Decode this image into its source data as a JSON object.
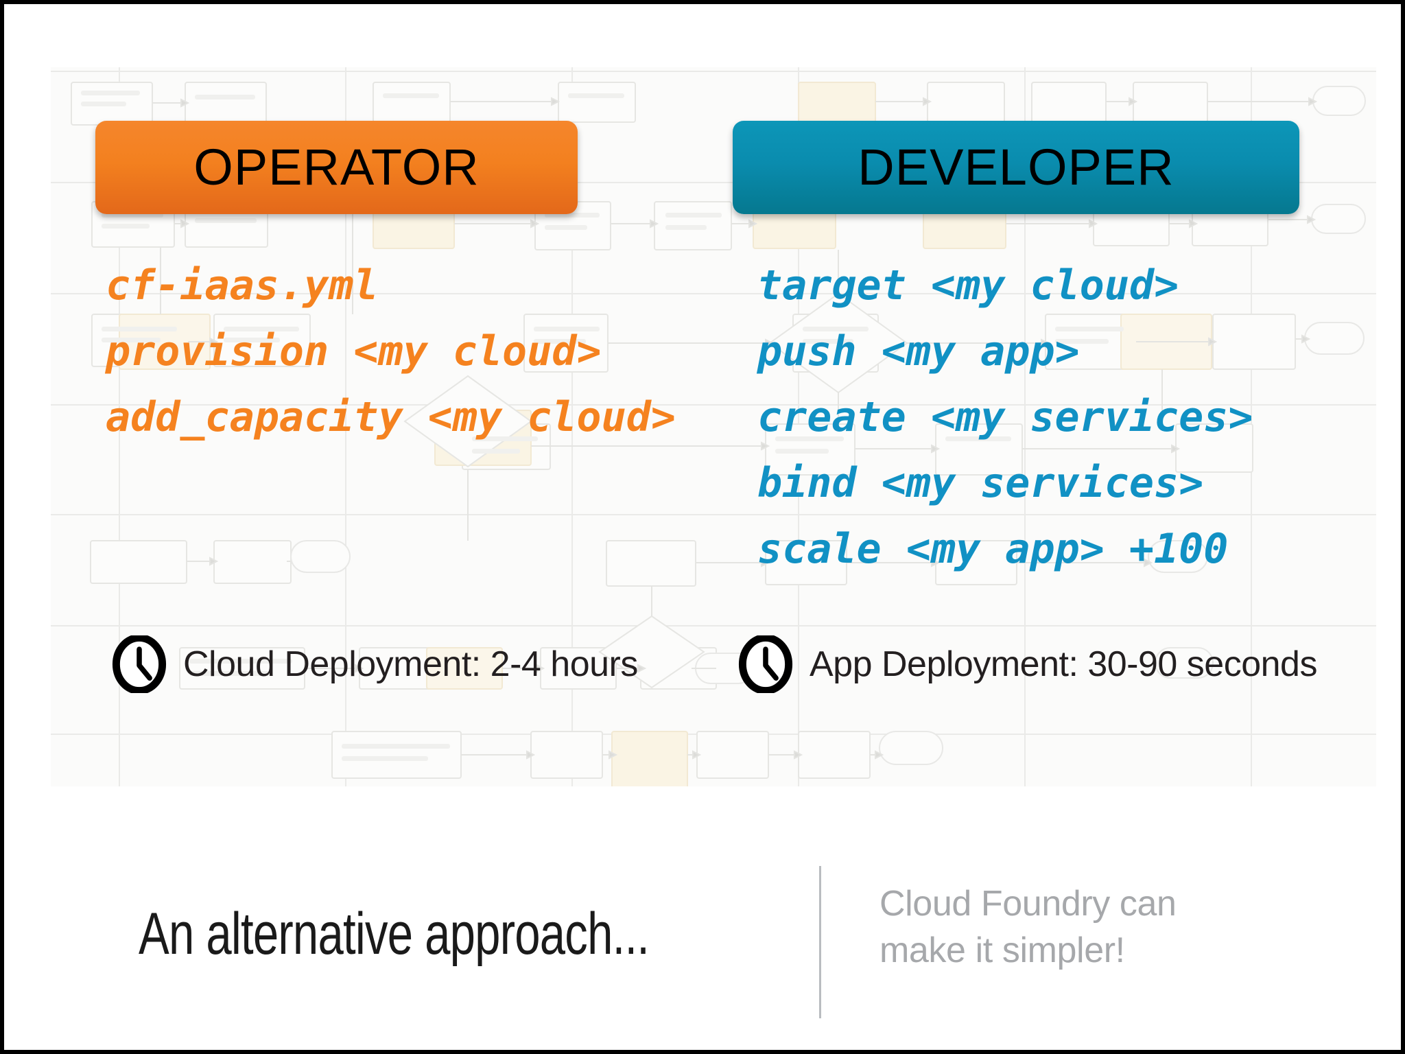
{
  "slide": {
    "background_color": "#ffffff",
    "border_color": "#000000"
  },
  "watermark": {
    "name": "faded-flowchart-diagram",
    "panel_color": "#fbfbfa",
    "line_color": "#e8e8e6",
    "highlight_fill": "#faf4e4"
  },
  "banners": {
    "operator": {
      "label": "OPERATOR",
      "color": "#f3801f",
      "text_color": "#000000"
    },
    "developer": {
      "label": "DEVELOPER",
      "color": "#0a8cae",
      "text_color": "#000000"
    }
  },
  "columns": {
    "operator": {
      "accent_color": "#f5821f",
      "commands": [
        "cf-iaas.yml",
        "provision <my cloud>",
        "add_capacity <my cloud>"
      ],
      "footnote": {
        "icon": "clock-icon",
        "label": "Cloud Deployment:  2-4 hours"
      }
    },
    "developer": {
      "accent_color": "#1191c4",
      "commands": [
        "target <my cloud>",
        "push <my app>",
        "create <my services>",
        "bind <my services>",
        "scale <my app> +100"
      ],
      "footnote": {
        "icon": "clock-icon",
        "label": "App Deployment:  30-90 seconds"
      }
    }
  },
  "footer": {
    "caption": "An alternative approach...",
    "caption_color": "#1a1a1a",
    "divider_color": "#b9bcc0",
    "tagline_line1": "Cloud Foundry can",
    "tagline_line2": "make it simpler!",
    "tagline_color": "#a6a8ab"
  }
}
